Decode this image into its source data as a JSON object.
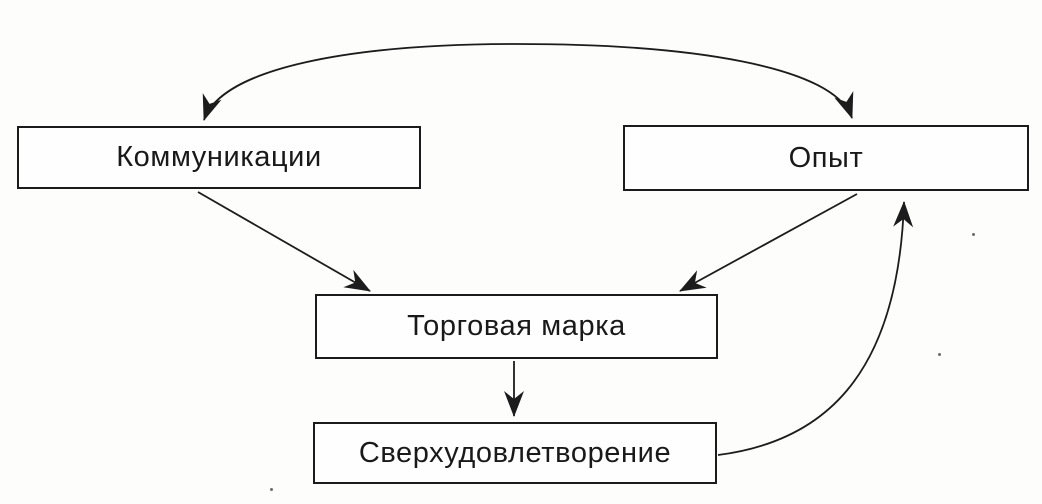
{
  "diagram": {
    "type": "flowchart",
    "background_color": "#fdfdfb",
    "line_color": "#1c1c1c",
    "box_border_color": "#1b1b1b",
    "text_color": "#191919",
    "nodes": [
      {
        "id": "communications",
        "label": "Коммуникации"
      },
      {
        "id": "experience",
        "label": "Опыт"
      },
      {
        "id": "brand",
        "label": "Торговая марка"
      },
      {
        "id": "supersatisfaction",
        "label": "Сверхудовлетворение"
      }
    ],
    "edges": [
      {
        "from": "communications",
        "to": "experience",
        "style": "curved-arc",
        "bidirectional": true
      },
      {
        "from": "communications",
        "to": "brand",
        "style": "straight",
        "bidirectional": false
      },
      {
        "from": "experience",
        "to": "brand",
        "style": "straight",
        "bidirectional": false
      },
      {
        "from": "brand",
        "to": "supersatisfaction",
        "style": "straight",
        "bidirectional": false
      },
      {
        "from": "supersatisfaction",
        "to": "experience",
        "style": "curved",
        "bidirectional": false
      }
    ]
  }
}
